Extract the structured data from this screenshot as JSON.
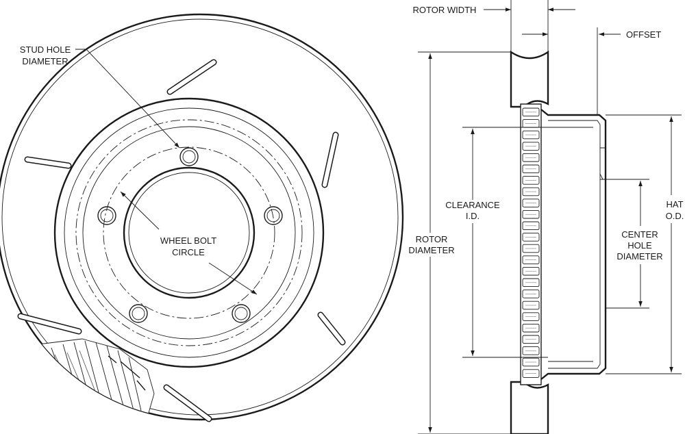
{
  "labels": {
    "stud_hole_diameter": [
      "STUD HOLE",
      "DIAMETER"
    ],
    "wheel_bolt_circle": [
      "WHEEL BOLT",
      "CIRCLE"
    ],
    "rotor_width": "ROTOR WIDTH",
    "offset": "OFFSET",
    "clearance_id": [
      "CLEARANCE",
      "I.D."
    ],
    "rotor_diameter": [
      "ROTOR",
      "DIAMETER"
    ],
    "center_hole_diameter": [
      "CENTER",
      "HOLE",
      "DIAMETER"
    ],
    "hat_od": [
      "HAT",
      "O.D."
    ]
  },
  "colors": {
    "line": "#1a1a1a",
    "background": "#ffffff"
  }
}
